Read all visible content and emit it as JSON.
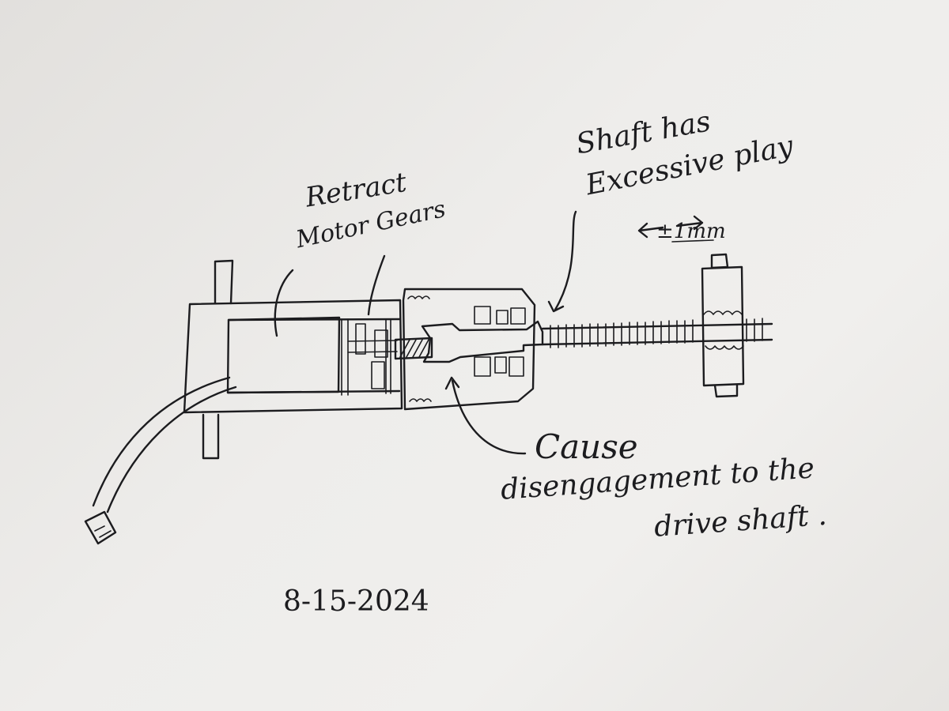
{
  "labels": {
    "retract": "Retract",
    "motor_gears": "Motor Gears",
    "shaft_has": "Shaft has",
    "excessive_play": "Excessive play",
    "play_note": "±1mm",
    "cause": "Cause",
    "disengagement": "disengagement to the",
    "drive_shaft": "drive shaft ."
  },
  "date": "8-15-2024",
  "colors": {
    "ink": "#1c1c1f",
    "paper": "#ebe9e6"
  }
}
